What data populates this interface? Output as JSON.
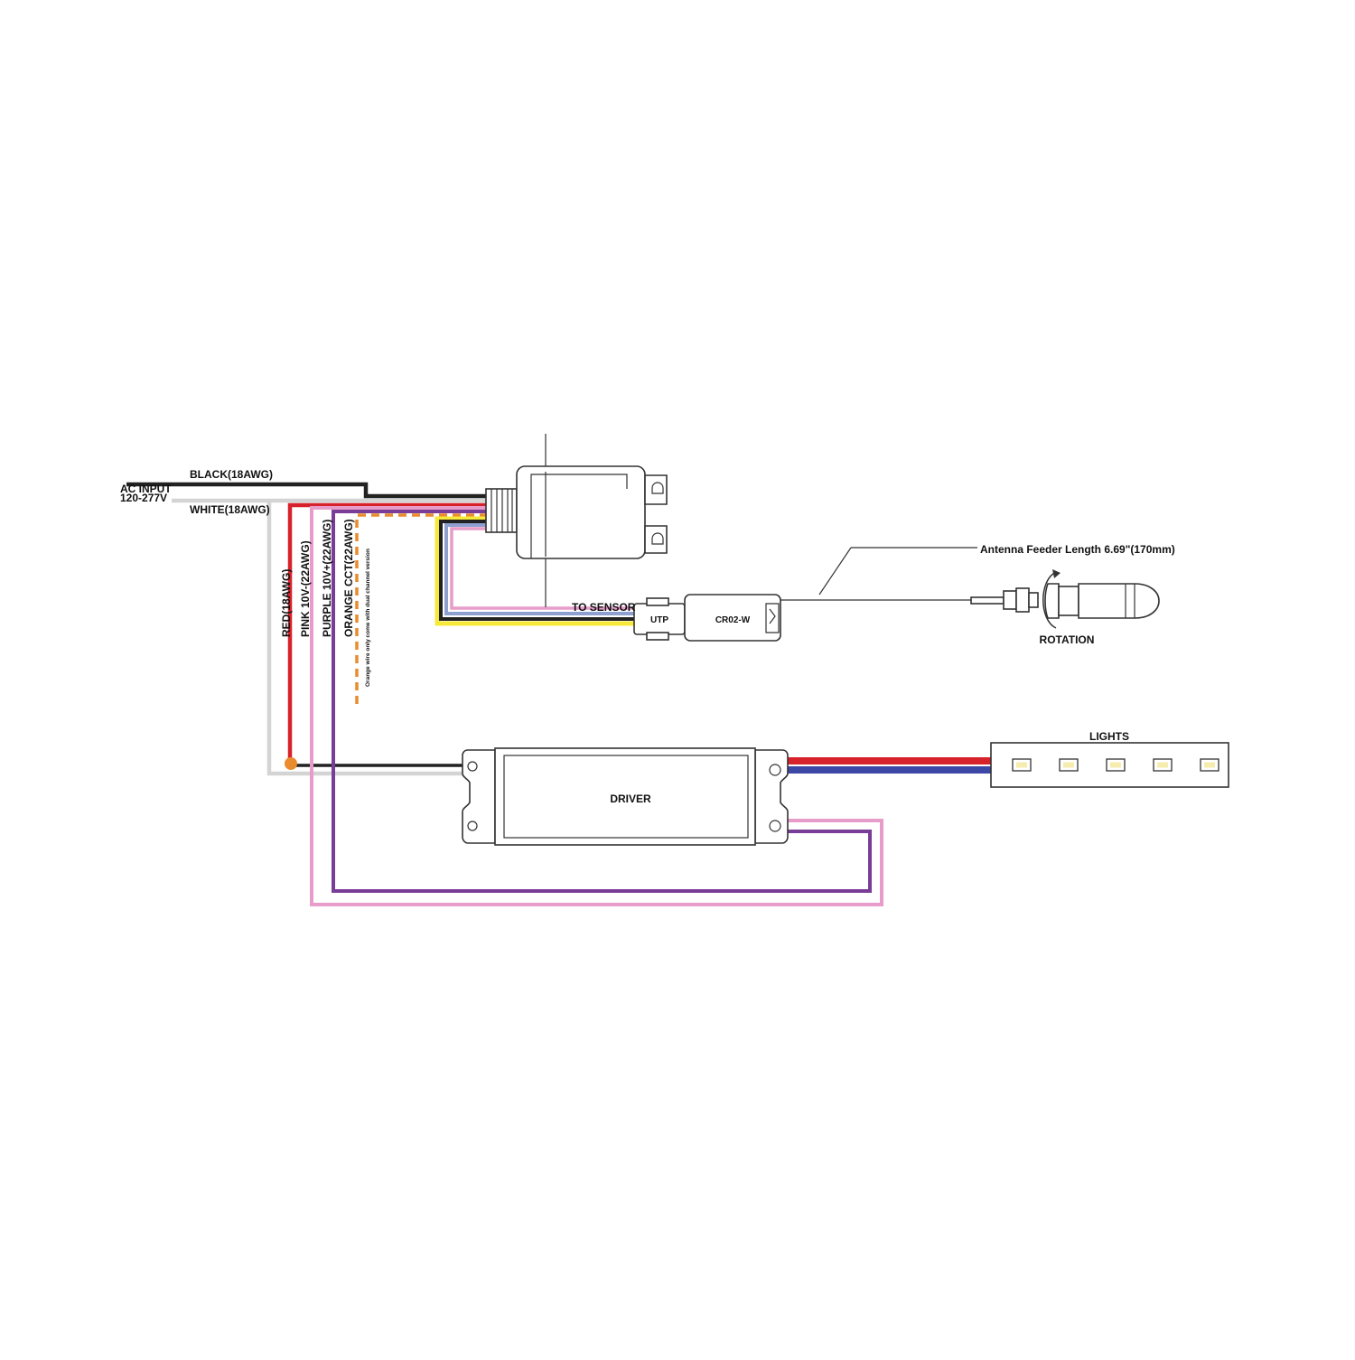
{
  "ac_input": {
    "title": "AC INPUT",
    "voltage": "120-277V"
  },
  "wires": {
    "black": "BLACK(18AWG)",
    "white": "WHITE(18AWG)",
    "red": "RED(18AWG)",
    "pink": "PINK 10V-(22AWG)",
    "purple": "PURPLE 10V+(22AWG)",
    "orange": "ORANGE CCT(22AWG)",
    "orange_note": "Orange wire only come with dual channel version"
  },
  "sensor": {
    "to_sensor": "TO SENSOR",
    "connector": "UTP",
    "module": "CR02-W"
  },
  "antenna": {
    "feeder_label": "Antenna Feeder Length 6.69\"(170mm)",
    "rotation": "ROTATION"
  },
  "driver": {
    "label": "DRIVER"
  },
  "lights": {
    "label": "LIGHTS",
    "led_count": 5
  },
  "colors": {
    "black": "#222222",
    "white": "#d4d4d4",
    "red": "#d8222b",
    "pink": "#e79cc9",
    "purple": "#7a3d97",
    "orange": "#e88c2d",
    "blue": "#3d47a5",
    "yellow": "#f7e93a",
    "gray_blue": "#8ea0d0",
    "led": "#f6ecad"
  }
}
